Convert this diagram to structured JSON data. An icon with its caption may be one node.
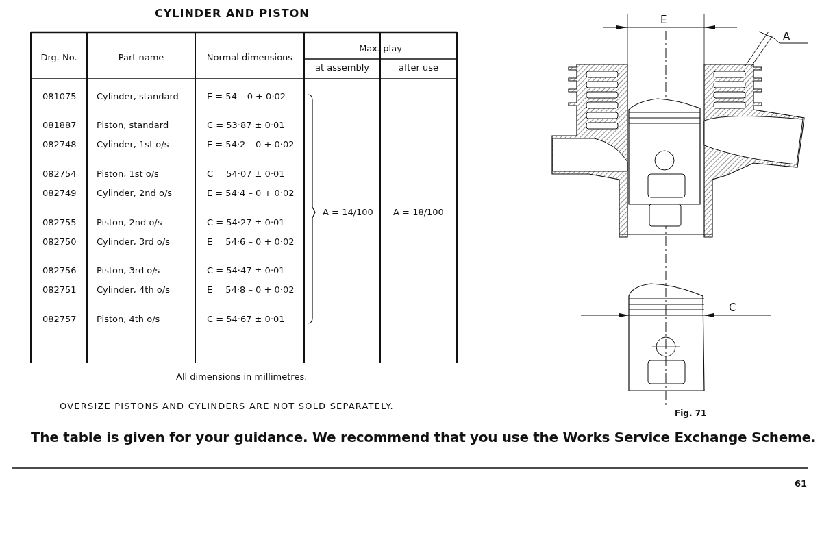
{
  "diagram": {
    "title": "CYLINDER AND PISTON",
    "caption": "Fig. 71",
    "labels": [
      "Drg. No.",
      "Part name",
      "Normal dimensions",
      "Max. play",
      "at assembly",
      "after use",
      "081075",
      "Cylinder, standard",
      "E = 54 – 0 + 0·02",
      "081887",
      "Piston, standard",
      "C = 53·87 ± 0·01",
      "082748",
      "Cylinder, 1st o/s",
      "E = 54·2 – 0 + 0·02",
      "082754",
      "Piston, 1st o/s",
      "C = 54·07 ± 0·01",
      "082749",
      "Cylinder, 2nd o/s",
      "E = 54·4 – 0 + 0·02",
      "082755",
      "Piston, 2nd o/s",
      "C = 54·27 ± 0·01",
      "082750",
      "Cylinder, 3rd o/s",
      "E = 54·6 – 0 + 0·02",
      "082756",
      "Piston, 3rd o/s",
      "C = 54·47 ± 0·01",
      "082751",
      "Cylinder, 4th o/s",
      "E = 54·8 – 0 + 0·02",
      "082757",
      "Piston, 4th o/s",
      "C = 54·67 ± 0·01",
      "A = 14/100",
      "A = 18/100",
      "All dimensions in millimetres.",
      "OVERSIZE PISTONS AND CYLINDERS ARE NOT SOLD SEPARATELY.",
      "E",
      "A",
      "C",
      "The table is given for your guidance. We recommend that you use the Works Service Exchange Scheme.",
      "61"
    ]
  }
}
